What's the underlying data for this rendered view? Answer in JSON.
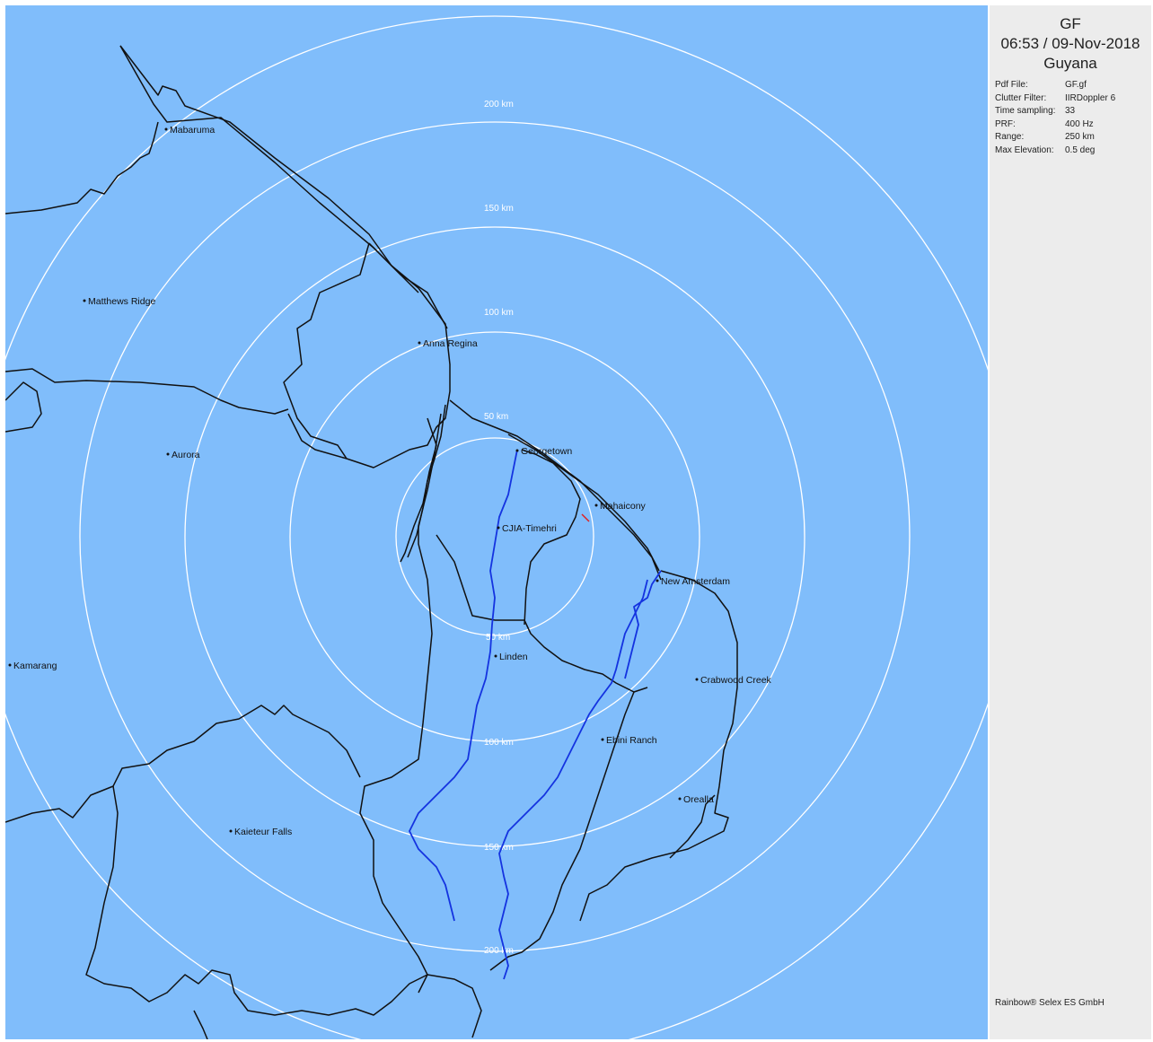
{
  "header": {
    "site": "GF",
    "datetime": "06:53 / 09-Nov-2018",
    "country": "Guyana"
  },
  "params": [
    {
      "key": "Pdf File:",
      "value": "GF.gf"
    },
    {
      "key": "Clutter Filter:",
      "value": "IIRDoppler 6"
    },
    {
      "key": "Time sampling:",
      "value": "33"
    },
    {
      "key": "PRF:",
      "value": "400 Hz"
    },
    {
      "key": "Range:",
      "value": "250 km"
    },
    {
      "key": "Max Elevation:",
      "value": "0.5 deg"
    }
  ],
  "copyright": "Rainbow® Selex ES GmbH",
  "rings": {
    "north_labels": [
      "200 km",
      "150 km",
      "100 km",
      "50 km"
    ],
    "south_labels": [
      "50 km",
      "100 km",
      "150 km",
      "200 km"
    ]
  },
  "towns": [
    {
      "id": "mabaruma",
      "name": "Mabaruma"
    },
    {
      "id": "matthews-ridge",
      "name": "Matthews Ridge"
    },
    {
      "id": "anna-regina",
      "name": "Anna Regina"
    },
    {
      "id": "aurora",
      "name": "Aurora"
    },
    {
      "id": "georgetown",
      "name": "Georgetown"
    },
    {
      "id": "mahaicony",
      "name": "Mahaicony"
    },
    {
      "id": "cjia-timehri",
      "name": "CJIA-Timehri"
    },
    {
      "id": "new-amsterdam",
      "name": "New Amsterdam"
    },
    {
      "id": "linden",
      "name": "Linden"
    },
    {
      "id": "kamarang",
      "name": "Kamarang"
    },
    {
      "id": "crabwood-creek",
      "name": "Crabwood Creek"
    },
    {
      "id": "ebini-ranch",
      "name": "Ebini Ranch"
    },
    {
      "id": "orealla",
      "name": "Orealla"
    },
    {
      "id": "kaieteur-falls",
      "name": "Kaieteur Falls"
    }
  ],
  "colors": {
    "map_background": "#80bdfb",
    "ring": "#ffffff",
    "boundary": "#111111",
    "river": "#1433e0",
    "echo": "#e02020"
  }
}
